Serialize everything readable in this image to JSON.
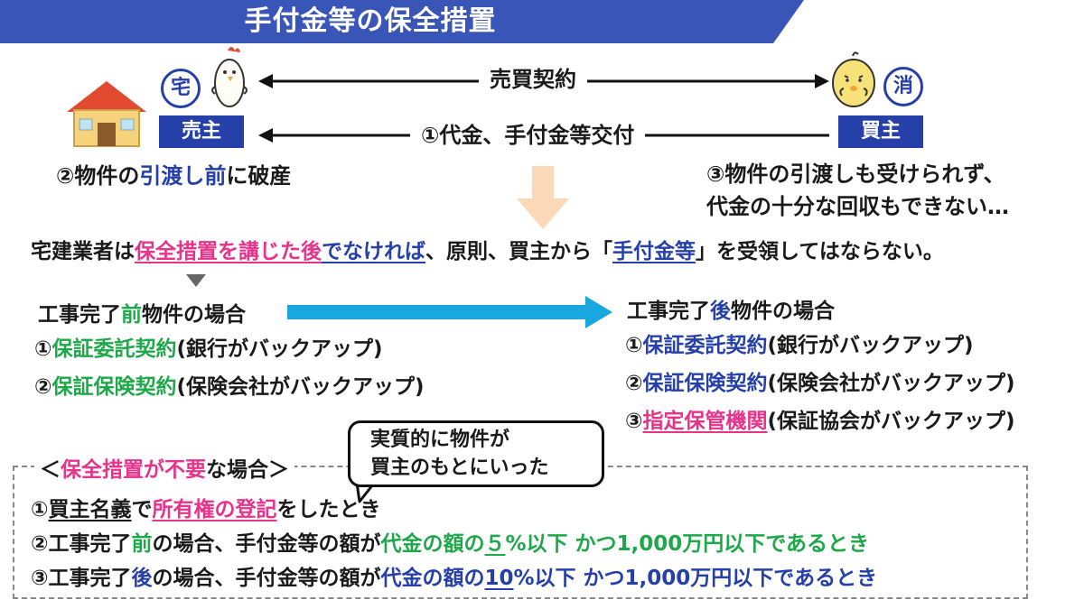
{
  "title": "手付金等の保全措置",
  "seller": {
    "mark": "宅",
    "label": "売主"
  },
  "buyer": {
    "mark": "消",
    "label": "買主"
  },
  "arrow_top_label": "売買契約",
  "arrow_bottom_label": "①代金、手付金等交付",
  "seller_note": {
    "a": "②物件の",
    "b": "引渡し前",
    "c": "に破産"
  },
  "buyer_note": {
    "line1": "③物件の引渡しも受けられず、",
    "line2": "代金の十分な回収もできない…"
  },
  "rule": {
    "a": "宅建業者は",
    "b": "保全措置を講じた後",
    "c": "でなければ",
    "d": "、原則、買主から「",
    "e": "手付金等",
    "f": "」を受領してはならない。"
  },
  "before": {
    "heading_a": "工事完了",
    "heading_b": "前",
    "heading_c": "物件の場合",
    "item1_no": "①",
    "item1_name": "保証委託契約",
    "item1_note": "(銀行がバックアップ)",
    "item2_no": "②",
    "item2_name": "保証保険契約",
    "item2_note": "(保険会社がバックアップ)"
  },
  "after": {
    "heading_a": "工事完了",
    "heading_b": "後",
    "heading_c": "物件の場合",
    "item1_no": "①",
    "item1_name": "保証委託契約",
    "item1_note": "(銀行がバックアップ)",
    "item2_no": "②",
    "item2_name": "保証保険契約",
    "item2_note": "(保険会社がバックアップ)",
    "item3_no": "③",
    "item3_name": "指定保管機関",
    "item3_note": "(保証協会がバックアップ)"
  },
  "unnecessary": {
    "heading_a": "＜",
    "heading_b": "保全措置が不要",
    "heading_c": "な場合＞",
    "bubble_line1": "実質的に物件が",
    "bubble_line2": "買主のもとにいった",
    "case1": {
      "a": "①",
      "b": "買主名義",
      "c": "で",
      "d": "所有権の登記",
      "e": "をしたとき"
    },
    "case2": {
      "a": "②工事完了",
      "b": "前",
      "c": "の場合、手付金等の額が",
      "d": "代金の額の",
      "e": "５",
      "f": "%以下 かつ1,000万円以下であるとき"
    },
    "case3": {
      "a": "③工事完了",
      "b": "後",
      "c": "の場合、手付金等の額が",
      "d": "代金の額の",
      "e": "10",
      "f": "%以下 かつ1,000万円以下であるとき"
    }
  },
  "colors": {
    "title_bg": "#3a55b8",
    "blue": "#2540a8",
    "pink": "#e8338a",
    "green": "#1fa84a",
    "arrow_cyan": "#19a7e0",
    "arrow_peach": "#fbd9b8"
  }
}
